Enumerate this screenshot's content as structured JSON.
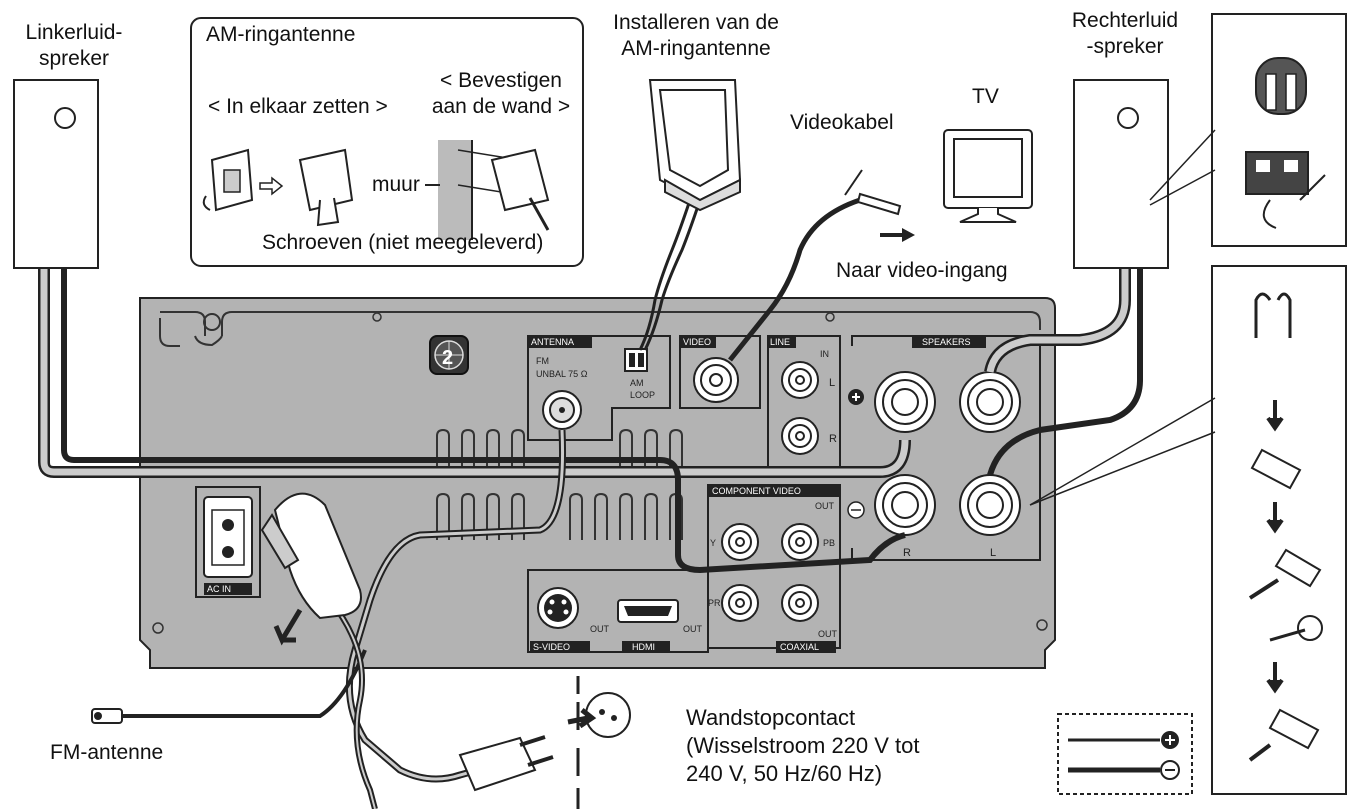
{
  "labels": {
    "left_speaker": [
      "Linkerluid-",
      "spreker"
    ],
    "right_speaker": [
      "Rechterluid",
      "-spreker"
    ],
    "am_loop_title": "AM-ringantenne",
    "assemble": "< In elkaar zetten >",
    "wall_mount": [
      "< Bevestigen",
      "aan de wand >"
    ],
    "wall": "muur",
    "screws": "Schroeven (niet meegeleverd)",
    "install_am": [
      "Installeren van de",
      "AM-ringantenne"
    ],
    "video_cable": "Videokabel",
    "tv": "TV",
    "to_video_input": "Naar video-ingang",
    "fm_antenna": "FM-antenne",
    "wall_socket": [
      "Wandstopcontact",
      "(Wisselstroom 220 V tot",
      "240 V, 50 Hz/60 Hz)"
    ]
  },
  "panel": {
    "antenna": "ANTENNA",
    "fm": "FM",
    "unbal": "UNBAL 75 Ω",
    "am": "AM",
    "loop": "LOOP",
    "video": "VIDEO",
    "line": "LINE",
    "in": "IN",
    "l": "L",
    "r": "R",
    "speakers": "SPEAKERS",
    "component_video": "COMPONENT VIDEO",
    "out": "OUT",
    "y": "Y",
    "pb": "PB",
    "pr": "PR",
    "ac_in": "AC IN",
    "s_video": "S-VIDEO",
    "hdmi": "HDMI",
    "coaxial": "COAXIAL",
    "step": "2",
    "plus": "+",
    "minus": "−"
  },
  "colors": {
    "panel": "#b3b3b3",
    "panel_dark": "#6e6e6e",
    "cable": "#2a2a2a",
    "line": "#222222"
  }
}
